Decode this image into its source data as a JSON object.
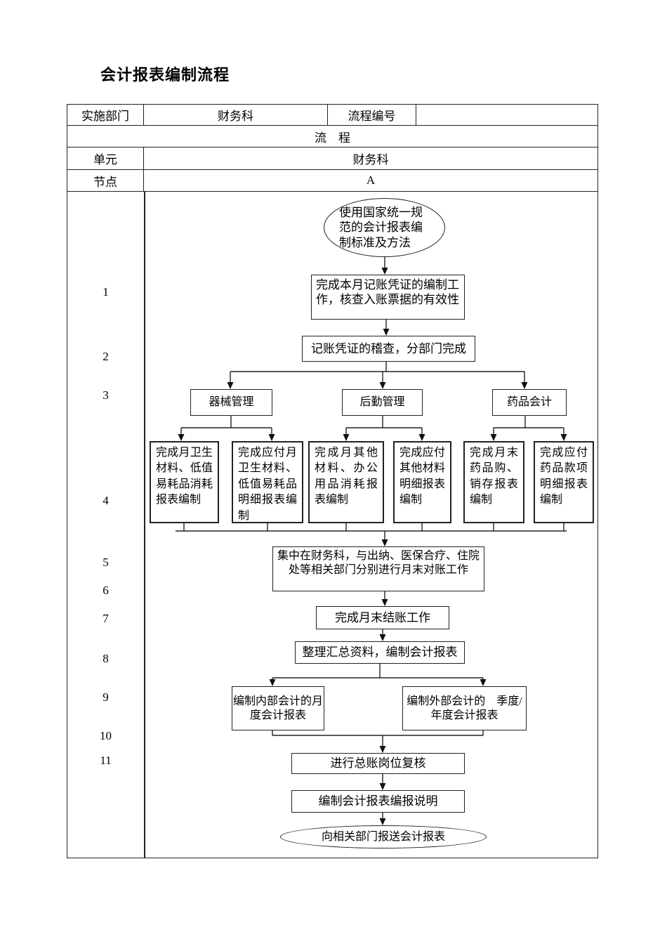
{
  "title": "会计报表编制流程",
  "form": {
    "dept_label": "实施部门",
    "dept_value": "财务科",
    "flow_no_label": "流程编号",
    "flow_no_value": "",
    "process_label": "流　程",
    "unit_label": "单元",
    "unit_value": "财务科",
    "node_label": "节点",
    "node_value": "A"
  },
  "step_numbers": [
    "1",
    "2",
    "3",
    "4",
    "5",
    "6",
    "7",
    "8",
    "9",
    "10",
    "11"
  ],
  "flow": {
    "start": "使用国家统一规范的会计报表编制标准及方法",
    "prepare_vouchers": "完成本月记账凭证的编制工作，核查入账票据的有效性",
    "audit_vouchers": "记账凭证的稽查，分部门完成",
    "branch_equipment": "器械管理",
    "branch_logistics": "后勤管理",
    "branch_pharmacy": "药品会计",
    "sub_equipment_consume": "完成月卫生材料、低值易耗品消耗报表编制",
    "sub_equipment_payable": "完成应付月卫生材料、低值易耗品明细报表编制",
    "sub_logistics_consume": "完成月其他材料、办公用品消耗报表编制",
    "sub_logistics_payable": "完成应付其他材料明细报表编制",
    "sub_pharmacy_stock": "完成月末药品购、销存报表编制",
    "sub_pharmacy_payable": "完成应付药品款项明细报表编制",
    "reconcile": "集中在财务科，与出纳、医保合疗、住院处等相关部门分别进行月末对账工作",
    "month_close": "完成月末结账工作",
    "summarize": "整理汇总资料，编制会计报表",
    "internal_report": "编制内部会计的月度会计报表",
    "external_report": "编制外部会计的　季度/年度会计报表",
    "review": "进行总账岗位复核",
    "report_notes": "编制会计报表编报说明",
    "end": "向相关部门报送会计报表"
  }
}
